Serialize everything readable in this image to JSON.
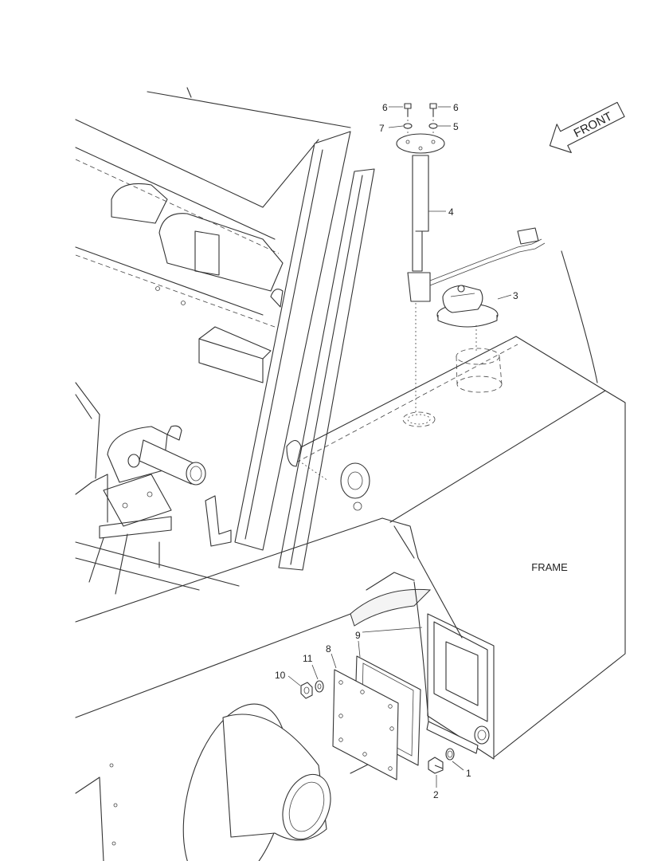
{
  "diagram": {
    "labels": {
      "frame": "FRAME",
      "front": "FRONT"
    },
    "callouts": [
      "1",
      "2",
      "3",
      "4",
      "5",
      "6",
      "6",
      "7",
      "8",
      "9",
      "10",
      "11"
    ]
  }
}
